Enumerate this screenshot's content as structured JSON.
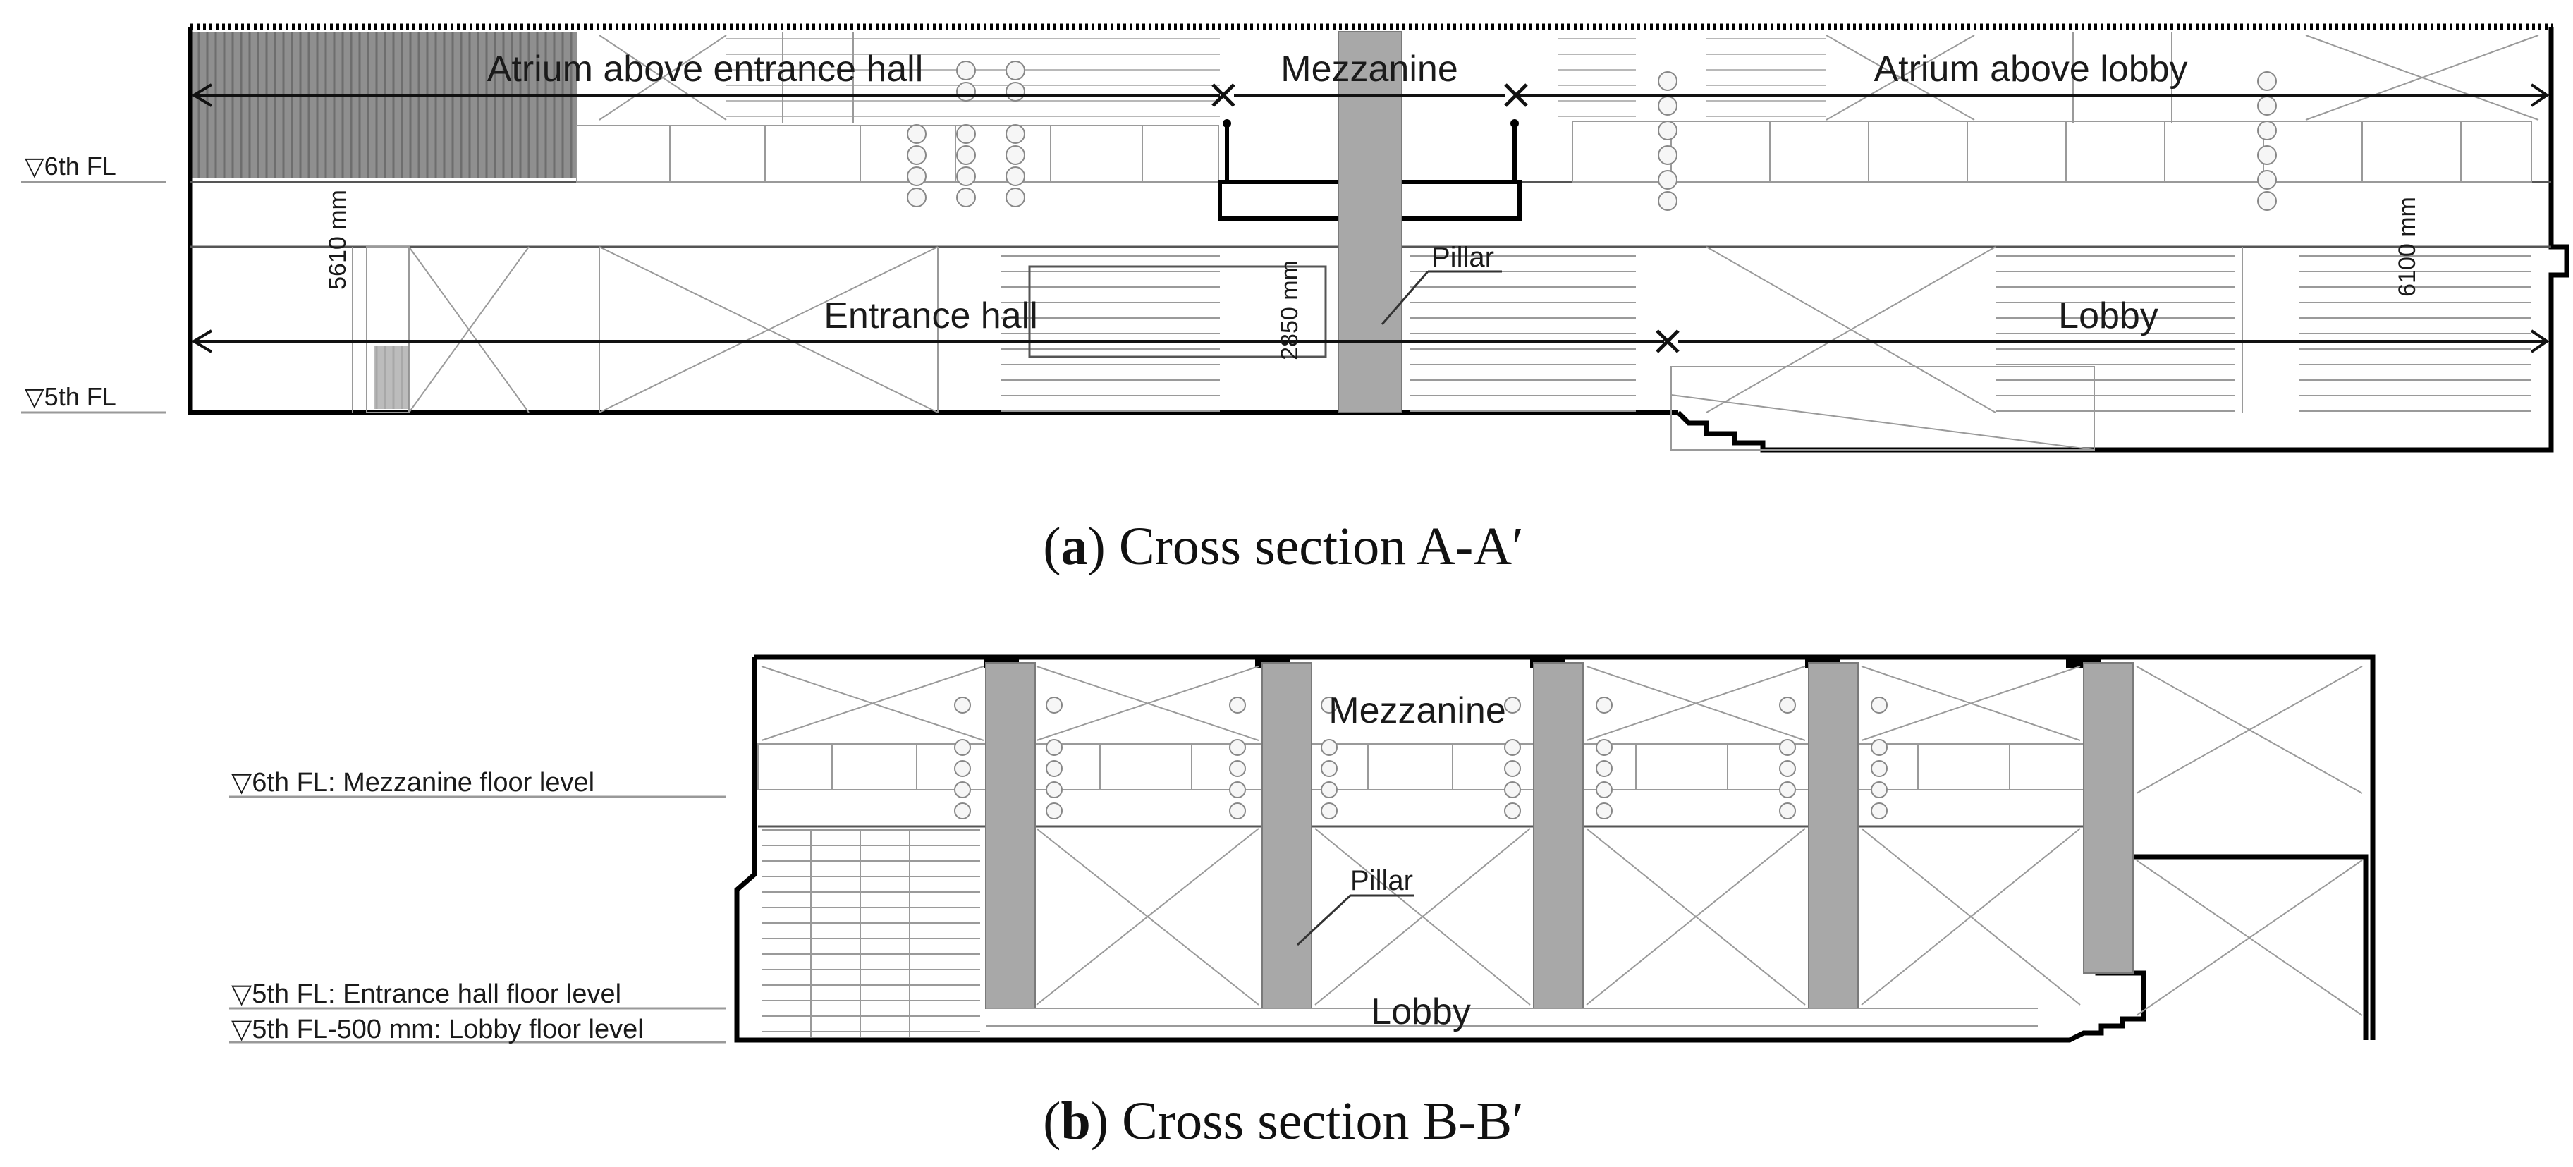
{
  "section_a": {
    "level_6th": "▽6th FL",
    "level_5th": "▽5th FL",
    "atrium_entrance": "Atrium above entrance hall",
    "mezzanine": "Mezzanine",
    "atrium_lobby": "Atrium above lobby",
    "entrance_hall": "Entrance hall",
    "lobby": "Lobby",
    "pillar": "Pillar",
    "dim_5610": "5610 mm",
    "dim_2850": "2850 mm",
    "dim_6100": "6100 mm",
    "caption_letter": "a",
    "caption_text": "Cross section A-A′"
  },
  "section_b": {
    "level_6th": "▽6th FL: Mezzanine floor level",
    "level_5th": "▽5th FL: Entrance hall floor level",
    "level_lobby": "▽5th FL-500 mm: Lobby floor level",
    "mezzanine": "Mezzanine",
    "pillar": "Pillar",
    "lobby": "Lobby",
    "caption_letter": "b",
    "caption_text": "Cross section B-B′"
  }
}
